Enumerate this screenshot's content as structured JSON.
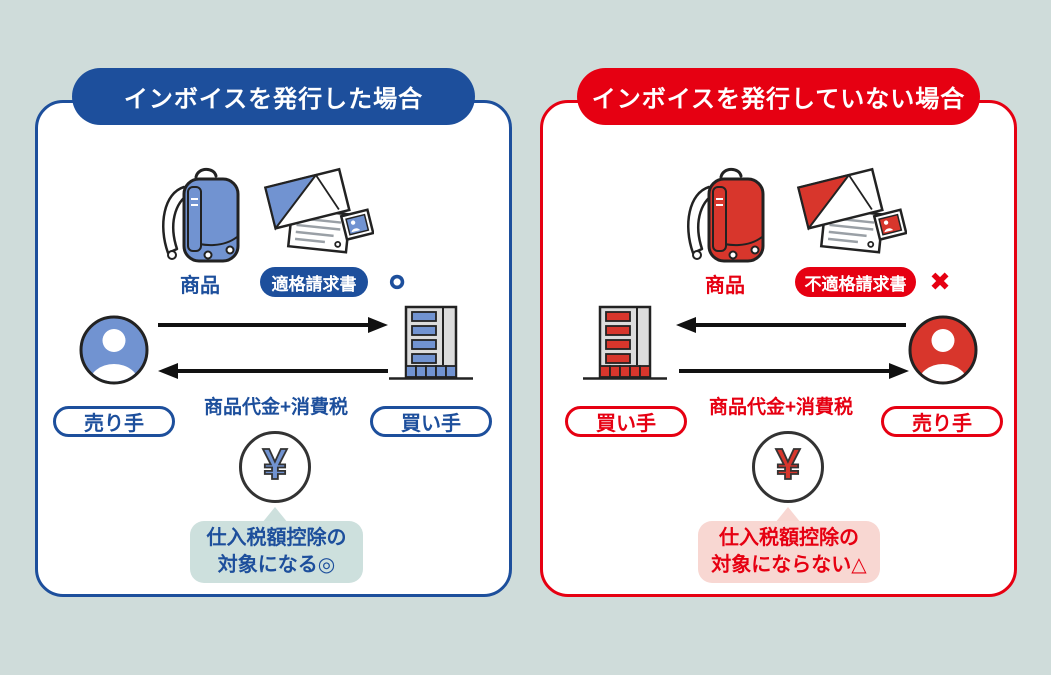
{
  "canvas": {
    "background_color": "#cfdcda",
    "arrow_color": "#111111"
  },
  "panels": [
    {
      "title": "インボイスを発行した場合",
      "accent": "#1d4f9c",
      "icon_fill": "#7193d1",
      "bubble_bg": "#cde0dd",
      "product_label": "商品",
      "invoice_label": "適格請求書",
      "invoice_mark": "○",
      "seller_label": "売り手",
      "buyer_label": "買い手",
      "payment_label": "商品代金+消費税",
      "yen_symbol": "¥",
      "bubble_line1": "仕入税額控除の",
      "bubble_line2": "対象になる◎"
    },
    {
      "title": "インボイスを発行していない場合",
      "accent": "#e60012",
      "icon_fill": "#d8362c",
      "bubble_bg": "#f8d7d2",
      "product_label": "商品",
      "invoice_label": "不適格請求書",
      "invoice_mark": "×",
      "seller_label": "売り手",
      "buyer_label": "買い手",
      "payment_label": "商品代金+消費税",
      "yen_symbol": "¥",
      "bubble_line1": "仕入税額控除の",
      "bubble_line2": "対象にならない△"
    }
  ]
}
